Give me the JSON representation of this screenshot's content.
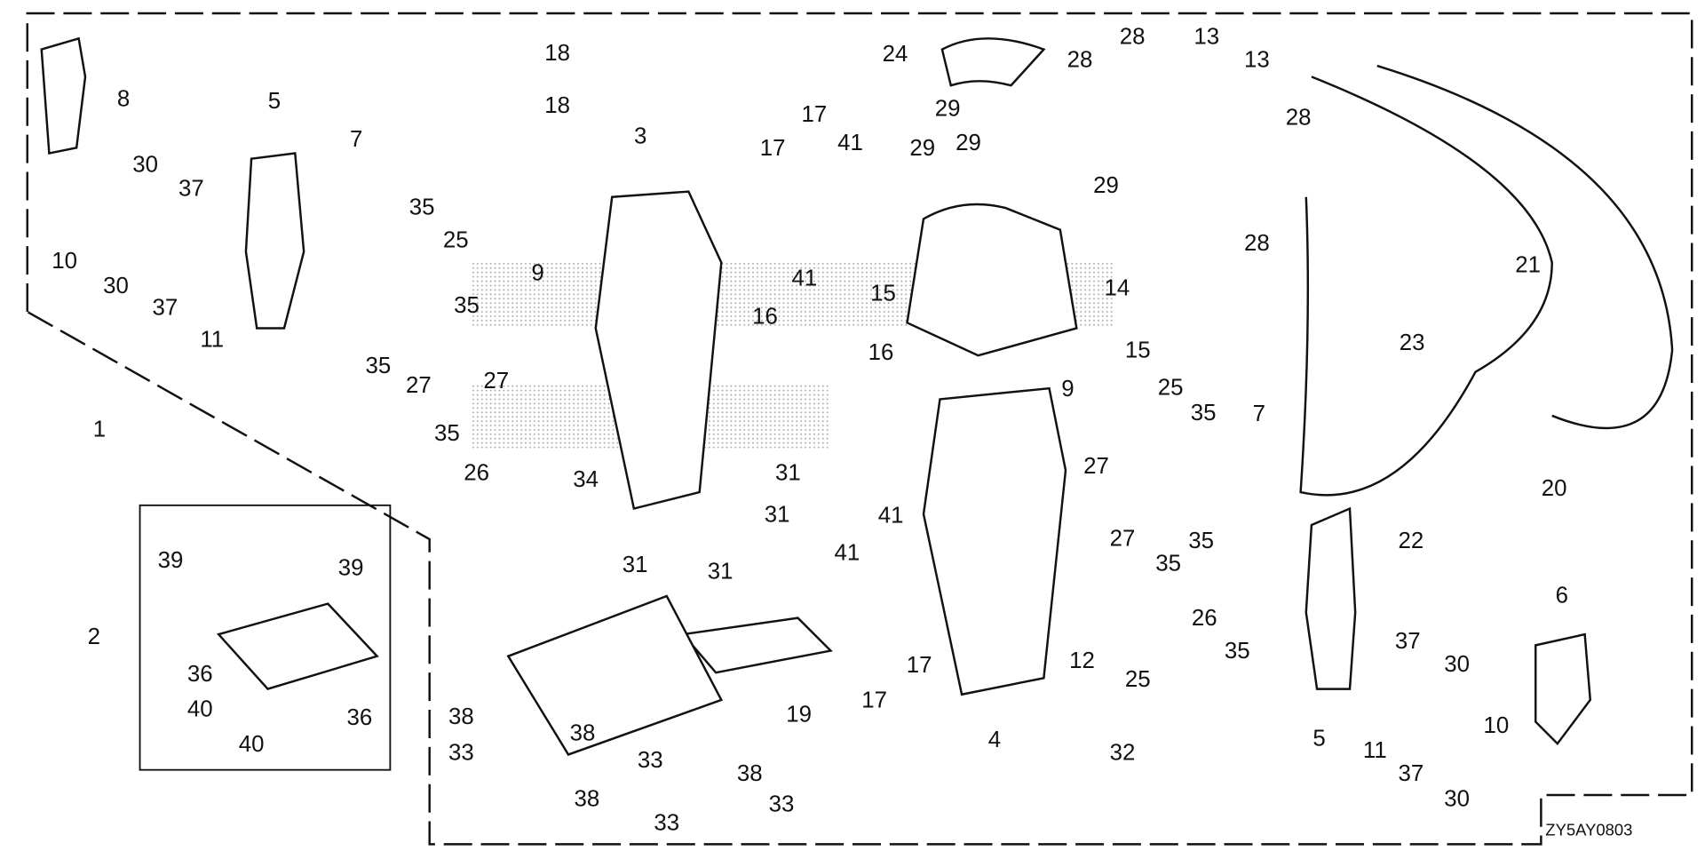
{
  "diagram": {
    "drawing_code": "ZY5AY0803",
    "callouts": [
      "8",
      "18",
      "18",
      "5",
      "7",
      "30",
      "37",
      "30",
      "37",
      "10",
      "11",
      "35",
      "25",
      "35",
      "35",
      "27",
      "27",
      "35",
      "26",
      "9",
      "34",
      "3",
      "17",
      "17",
      "41",
      "41",
      "16",
      "16",
      "24",
      "28",
      "28",
      "13",
      "13",
      "29",
      "29",
      "29",
      "29",
      "28",
      "28",
      "14",
      "15",
      "15",
      "21",
      "23",
      "9",
      "25",
      "35",
      "7",
      "27",
      "27",
      "35",
      "35",
      "20",
      "22",
      "1",
      "31",
      "31",
      "31",
      "31",
      "41",
      "41",
      "17",
      "17",
      "39",
      "39",
      "2",
      "36",
      "40",
      "36",
      "40",
      "26",
      "35",
      "12",
      "25",
      "6",
      "37",
      "30",
      "5",
      "11",
      "37",
      "30",
      "10",
      "32",
      "4",
      "19",
      "38",
      "33",
      "38",
      "33",
      "38",
      "33",
      "38",
      "33"
    ]
  }
}
